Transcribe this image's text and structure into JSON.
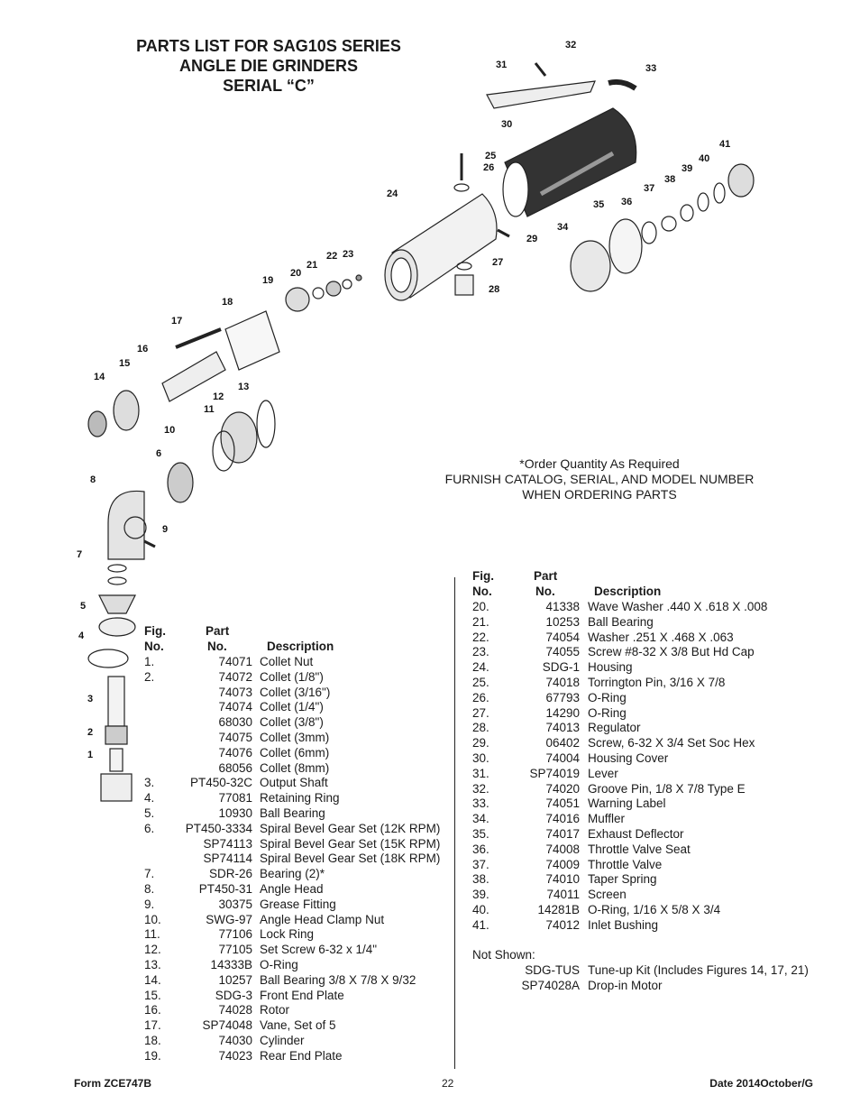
{
  "title": {
    "line1": "PARTS LIST FOR SAG10S SERIES",
    "line2": "ANGLE DIE GRINDERS",
    "line3": "SERIAL “C”"
  },
  "order_note": {
    "line1": "*Order Quantity As Required",
    "line2": "FURNISH CATALOG, SERIAL, AND MODEL NUMBER",
    "line3": "WHEN ORDERING PARTS"
  },
  "table_headers": {
    "fig_top": "Fig.",
    "fig_bottom": "No.",
    "part_top": "Part",
    "part_bottom": "No.",
    "description": "Description"
  },
  "diagram_labels": [
    "1",
    "2",
    "3",
    "4",
    "5",
    "6",
    "7",
    "8",
    "9",
    "10",
    "11",
    "12",
    "13",
    "14",
    "15",
    "16",
    "17",
    "18",
    "19",
    "20",
    "21",
    "22",
    "23",
    "24",
    "25",
    "26",
    "27",
    "28",
    "29",
    "30",
    "31",
    "32",
    "33",
    "34",
    "35",
    "36",
    "37",
    "38",
    "39",
    "40",
    "41"
  ],
  "parts_left": [
    {
      "fig": "1.",
      "part": "74071",
      "desc": "Collet Nut"
    },
    {
      "fig": "2.",
      "part": "74072",
      "desc": "Collet (1/8\")"
    },
    {
      "fig": "",
      "part": "74073",
      "desc": "Collet (3/16\")"
    },
    {
      "fig": "",
      "part": "74074",
      "desc": "Collet (1/4\")"
    },
    {
      "fig": "",
      "part": "68030",
      "desc": "Collet (3/8\")"
    },
    {
      "fig": "",
      "part": "74075",
      "desc": "Collet (3mm)"
    },
    {
      "fig": "",
      "part": "74076",
      "desc": "Collet (6mm)"
    },
    {
      "fig": "",
      "part": "68056",
      "desc": "Collet (8mm)"
    },
    {
      "fig": "3.",
      "part": "PT450-32C",
      "desc": "Output Shaft"
    },
    {
      "fig": "4.",
      "part": "77081",
      "desc": "Retaining Ring"
    },
    {
      "fig": "5.",
      "part": "10930",
      "desc": "Ball Bearing"
    },
    {
      "fig": "6.",
      "part": "PT450-3334",
      "desc": "Spiral Bevel Gear Set (12K RPM)"
    },
    {
      "fig": "",
      "part": "SP74113",
      "desc": "Spiral Bevel Gear Set (15K RPM)"
    },
    {
      "fig": "",
      "part": "SP74114",
      "desc": "Spiral Bevel Gear Set (18K RPM)"
    },
    {
      "fig": "7.",
      "part": "SDR-26",
      "desc": "Bearing (2)*"
    },
    {
      "fig": "8.",
      "part": "PT450-31",
      "desc": "Angle Head"
    },
    {
      "fig": "9.",
      "part": "30375",
      "desc": "Grease Fitting"
    },
    {
      "fig": "10.",
      "part": "SWG-97",
      "desc": "Angle Head Clamp Nut"
    },
    {
      "fig": "11.",
      "part": "77106",
      "desc": "Lock Ring"
    },
    {
      "fig": "12.",
      "part": "77105",
      "desc": "Set Screw 6-32 x 1/4\""
    },
    {
      "fig": "13.",
      "part": "14333B",
      "desc": "O-Ring"
    },
    {
      "fig": "14.",
      "part": "10257",
      "desc": "Ball Bearing 3/8 X 7/8 X 9/32"
    },
    {
      "fig": "15.",
      "part": "SDG-3",
      "desc": "Front End Plate"
    },
    {
      "fig": "16.",
      "part": "74028",
      "desc": "Rotor"
    },
    {
      "fig": "17.",
      "part": "SP74048",
      "desc": "Vane, Set of 5"
    },
    {
      "fig": "18.",
      "part": "74030",
      "desc": "Cylinder"
    },
    {
      "fig": "19.",
      "part": "74023",
      "desc": "Rear End Plate"
    }
  ],
  "parts_right": [
    {
      "fig": "20.",
      "part": "41338",
      "desc": "Wave Washer .440 X .618 X .008"
    },
    {
      "fig": "21.",
      "part": "10253",
      "desc": "Ball Bearing"
    },
    {
      "fig": "22.",
      "part": "74054",
      "desc": "Washer .251 X .468 X .063"
    },
    {
      "fig": "23.",
      "part": "74055",
      "desc": "Screw #8-32 X 3/8 But Hd Cap"
    },
    {
      "fig": "24.",
      "part": "SDG-1",
      "desc": "Housing"
    },
    {
      "fig": "25.",
      "part": "74018",
      "desc": "Torrington Pin, 3/16 X 7/8"
    },
    {
      "fig": "26.",
      "part": "67793",
      "desc": "O-Ring"
    },
    {
      "fig": "27.",
      "part": "14290",
      "desc": "O-Ring"
    },
    {
      "fig": "28.",
      "part": "74013",
      "desc": "Regulator"
    },
    {
      "fig": "29.",
      "part": "06402",
      "desc": "Screw, 6-32 X 3/4 Set Soc Hex"
    },
    {
      "fig": "30.",
      "part": "74004",
      "desc": "Housing Cover"
    },
    {
      "fig": "31.",
      "part": "SP74019",
      "desc": "Lever"
    },
    {
      "fig": "32.",
      "part": "74020",
      "desc": "Groove Pin, 1/8 X 7/8 Type E"
    },
    {
      "fig": "33.",
      "part": "74051",
      "desc": "Warning Label"
    },
    {
      "fig": "34.",
      "part": "74016",
      "desc": "Muffler"
    },
    {
      "fig": "35.",
      "part": "74017",
      "desc": "Exhaust Deflector"
    },
    {
      "fig": "36.",
      "part": "74008",
      "desc": "Throttle Valve Seat"
    },
    {
      "fig": "37.",
      "part": "74009",
      "desc": "Throttle Valve"
    },
    {
      "fig": "38.",
      "part": "74010",
      "desc": "Taper Spring"
    },
    {
      "fig": "39.",
      "part": "74011",
      "desc": "Screen"
    },
    {
      "fig": "40.",
      "part": "14281B",
      "desc": "O-Ring, 1/16 X 5/8 X 3/4"
    },
    {
      "fig": "41.",
      "part": "74012",
      "desc": "Inlet Bushing"
    }
  ],
  "not_shown": {
    "label": "Not Shown:",
    "items": [
      {
        "part": "SDG-TUS",
        "desc": "Tune-up Kit (Includes Figures 14, 17, 21)"
      },
      {
        "part": "SP74028A",
        "desc": "Drop-in Motor"
      }
    ]
  },
  "footer": {
    "form": "Form ZCE747B",
    "page": "22",
    "date": "Date 2014October/G"
  }
}
